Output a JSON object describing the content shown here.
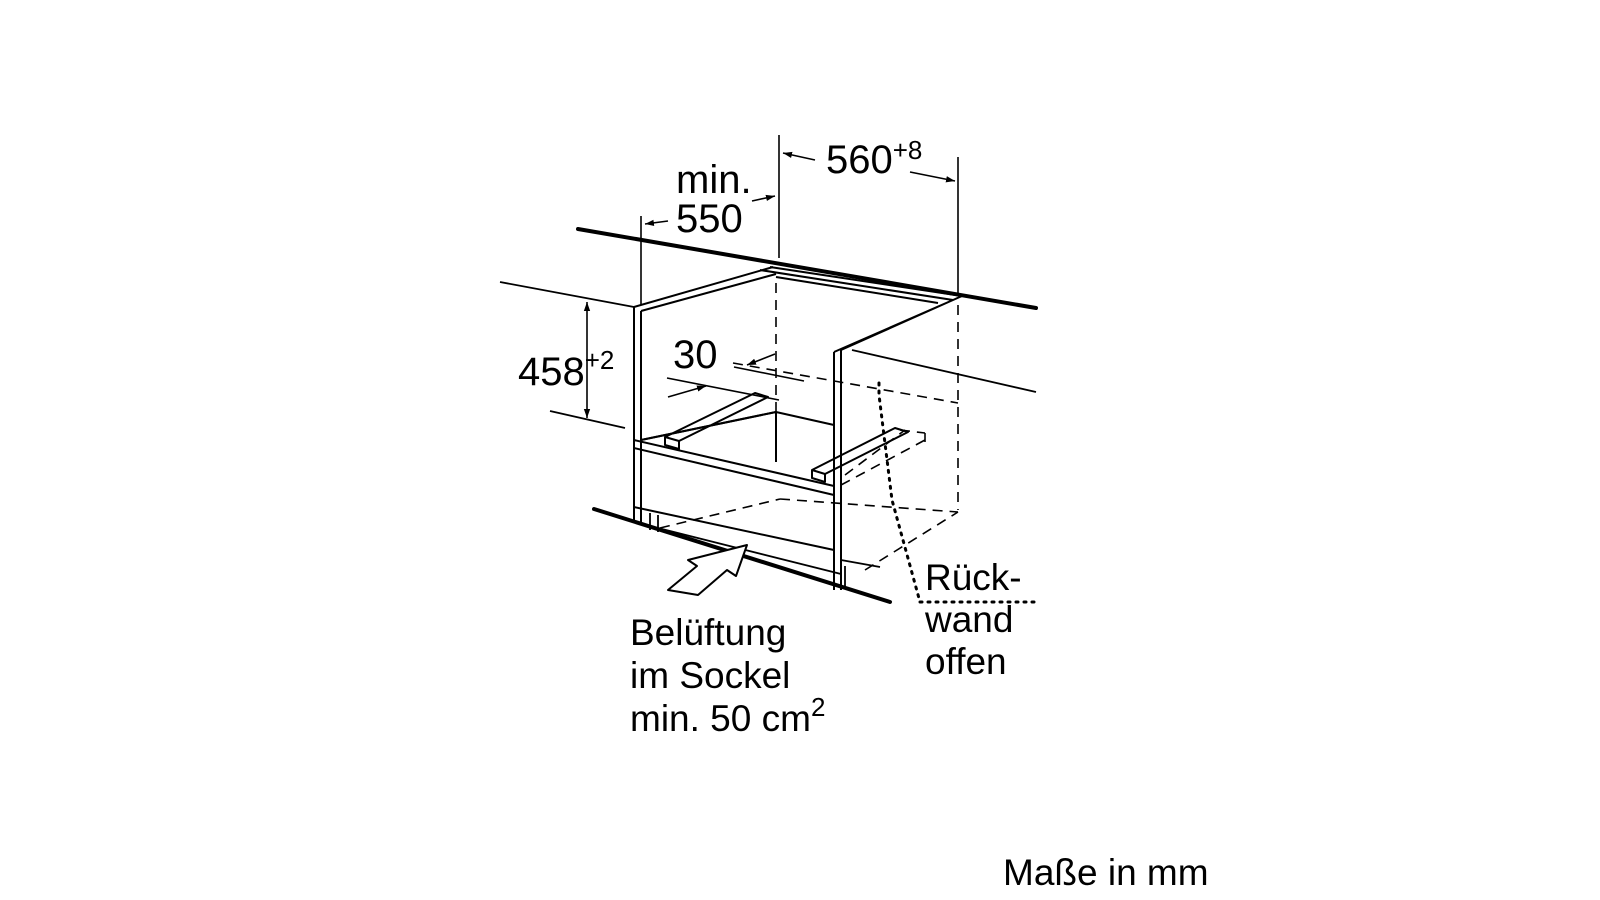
{
  "labels": {
    "width_value": "560",
    "width_tol": "+8",
    "depth_prefix": "min.",
    "depth_value": "550",
    "height_value": "458",
    "height_tol": "+2",
    "gap_value": "30",
    "rear_line1": "Rück-",
    "rear_line2": "wand",
    "rear_line3": "offen",
    "vent_line1": "Belüftung",
    "vent_line2": "im Sockel",
    "vent_line3": "min. 50 cm",
    "vent_sup": "2",
    "units": "Maße in mm"
  },
  "colors": {
    "ink": "#000000",
    "background": "#ffffff"
  }
}
